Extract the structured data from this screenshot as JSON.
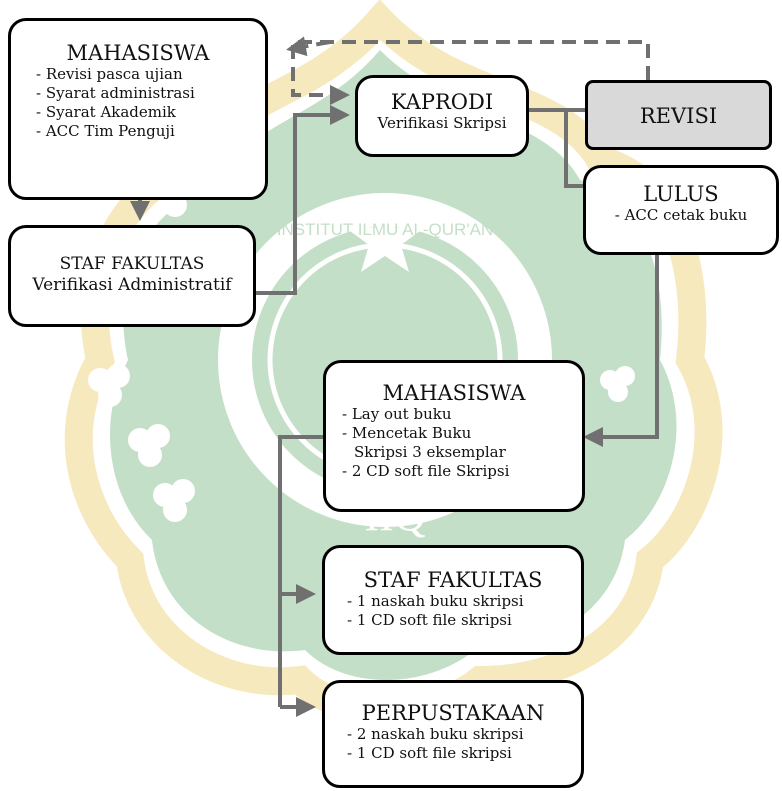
{
  "colors": {
    "watermark_green": "#2f8f3a",
    "watermark_gold": "#e0b21a",
    "connector": "#707070",
    "revisi_fill": "#d9d9d9",
    "border": "#000000"
  },
  "watermark": {
    "emblem_text": "IIQ",
    "ring_text": "INSTITUT ILMU AL-QUR'AN"
  },
  "boxes": {
    "mahasiswa_top": {
      "title": "MAHASISWA",
      "items": [
        "- Revisi pasca ujian",
        "- Syarat administrasi",
        "- Syarat Akademik",
        "- ACC Tim Penguji"
      ]
    },
    "kaprodi": {
      "title": "KAPRODI",
      "subtitle": "Verifikasi Skripsi"
    },
    "revisi": {
      "title": "REVISI"
    },
    "lulus": {
      "title": "LULUS",
      "subtitle": "- ACC cetak buku"
    },
    "staf_fakultas_verif": {
      "title": "STAF FAKULTAS",
      "subtitle": "Verifikasi Administratif"
    },
    "mahasiswa_bottom": {
      "title": "MAHASISWA",
      "items": [
        "- Lay out buku",
        "- Mencetak Buku",
        "Skripsi 3 eksemplar",
        "- 2 CD soft file Skripsi"
      ]
    },
    "staf_fakultas_submit": {
      "title": "STAF FAKULTAS",
      "items": [
        "- 1 naskah buku skripsi",
        "- 1 CD soft file skripsi"
      ]
    },
    "perpustakaan": {
      "title": "PERPUSTAKAAN",
      "items": [
        "- 2 naskah buku skripsi",
        "- 1 CD soft file skripsi"
      ]
    }
  }
}
